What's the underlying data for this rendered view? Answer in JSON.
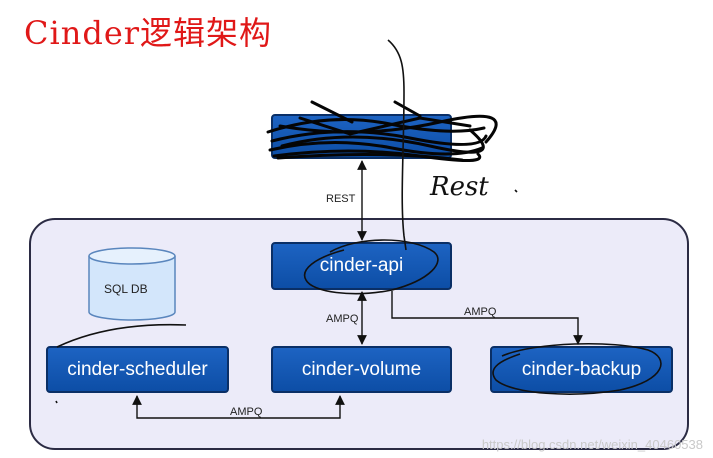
{
  "title": "Cinder逻辑架构",
  "top_box_label": "",
  "components": {
    "api": "cinder-api",
    "scheduler": "cinder-scheduler",
    "volume": "cinder-volume",
    "backup": "cinder-backup",
    "database": "SQL DB"
  },
  "connections": {
    "rest": "REST",
    "ampq_api_volume": "AMPQ",
    "ampq_api_backup": "AMPQ",
    "ampq_scheduler_volume": "AMPQ"
  },
  "handwritten_note": "Rest",
  "watermark": "https://blog.csdn.net/weixin_40460538",
  "colors": {
    "title": "#e01818",
    "box_fill": "#1359b8",
    "container_fill": "#ecebf9",
    "ink": "#111111"
  }
}
